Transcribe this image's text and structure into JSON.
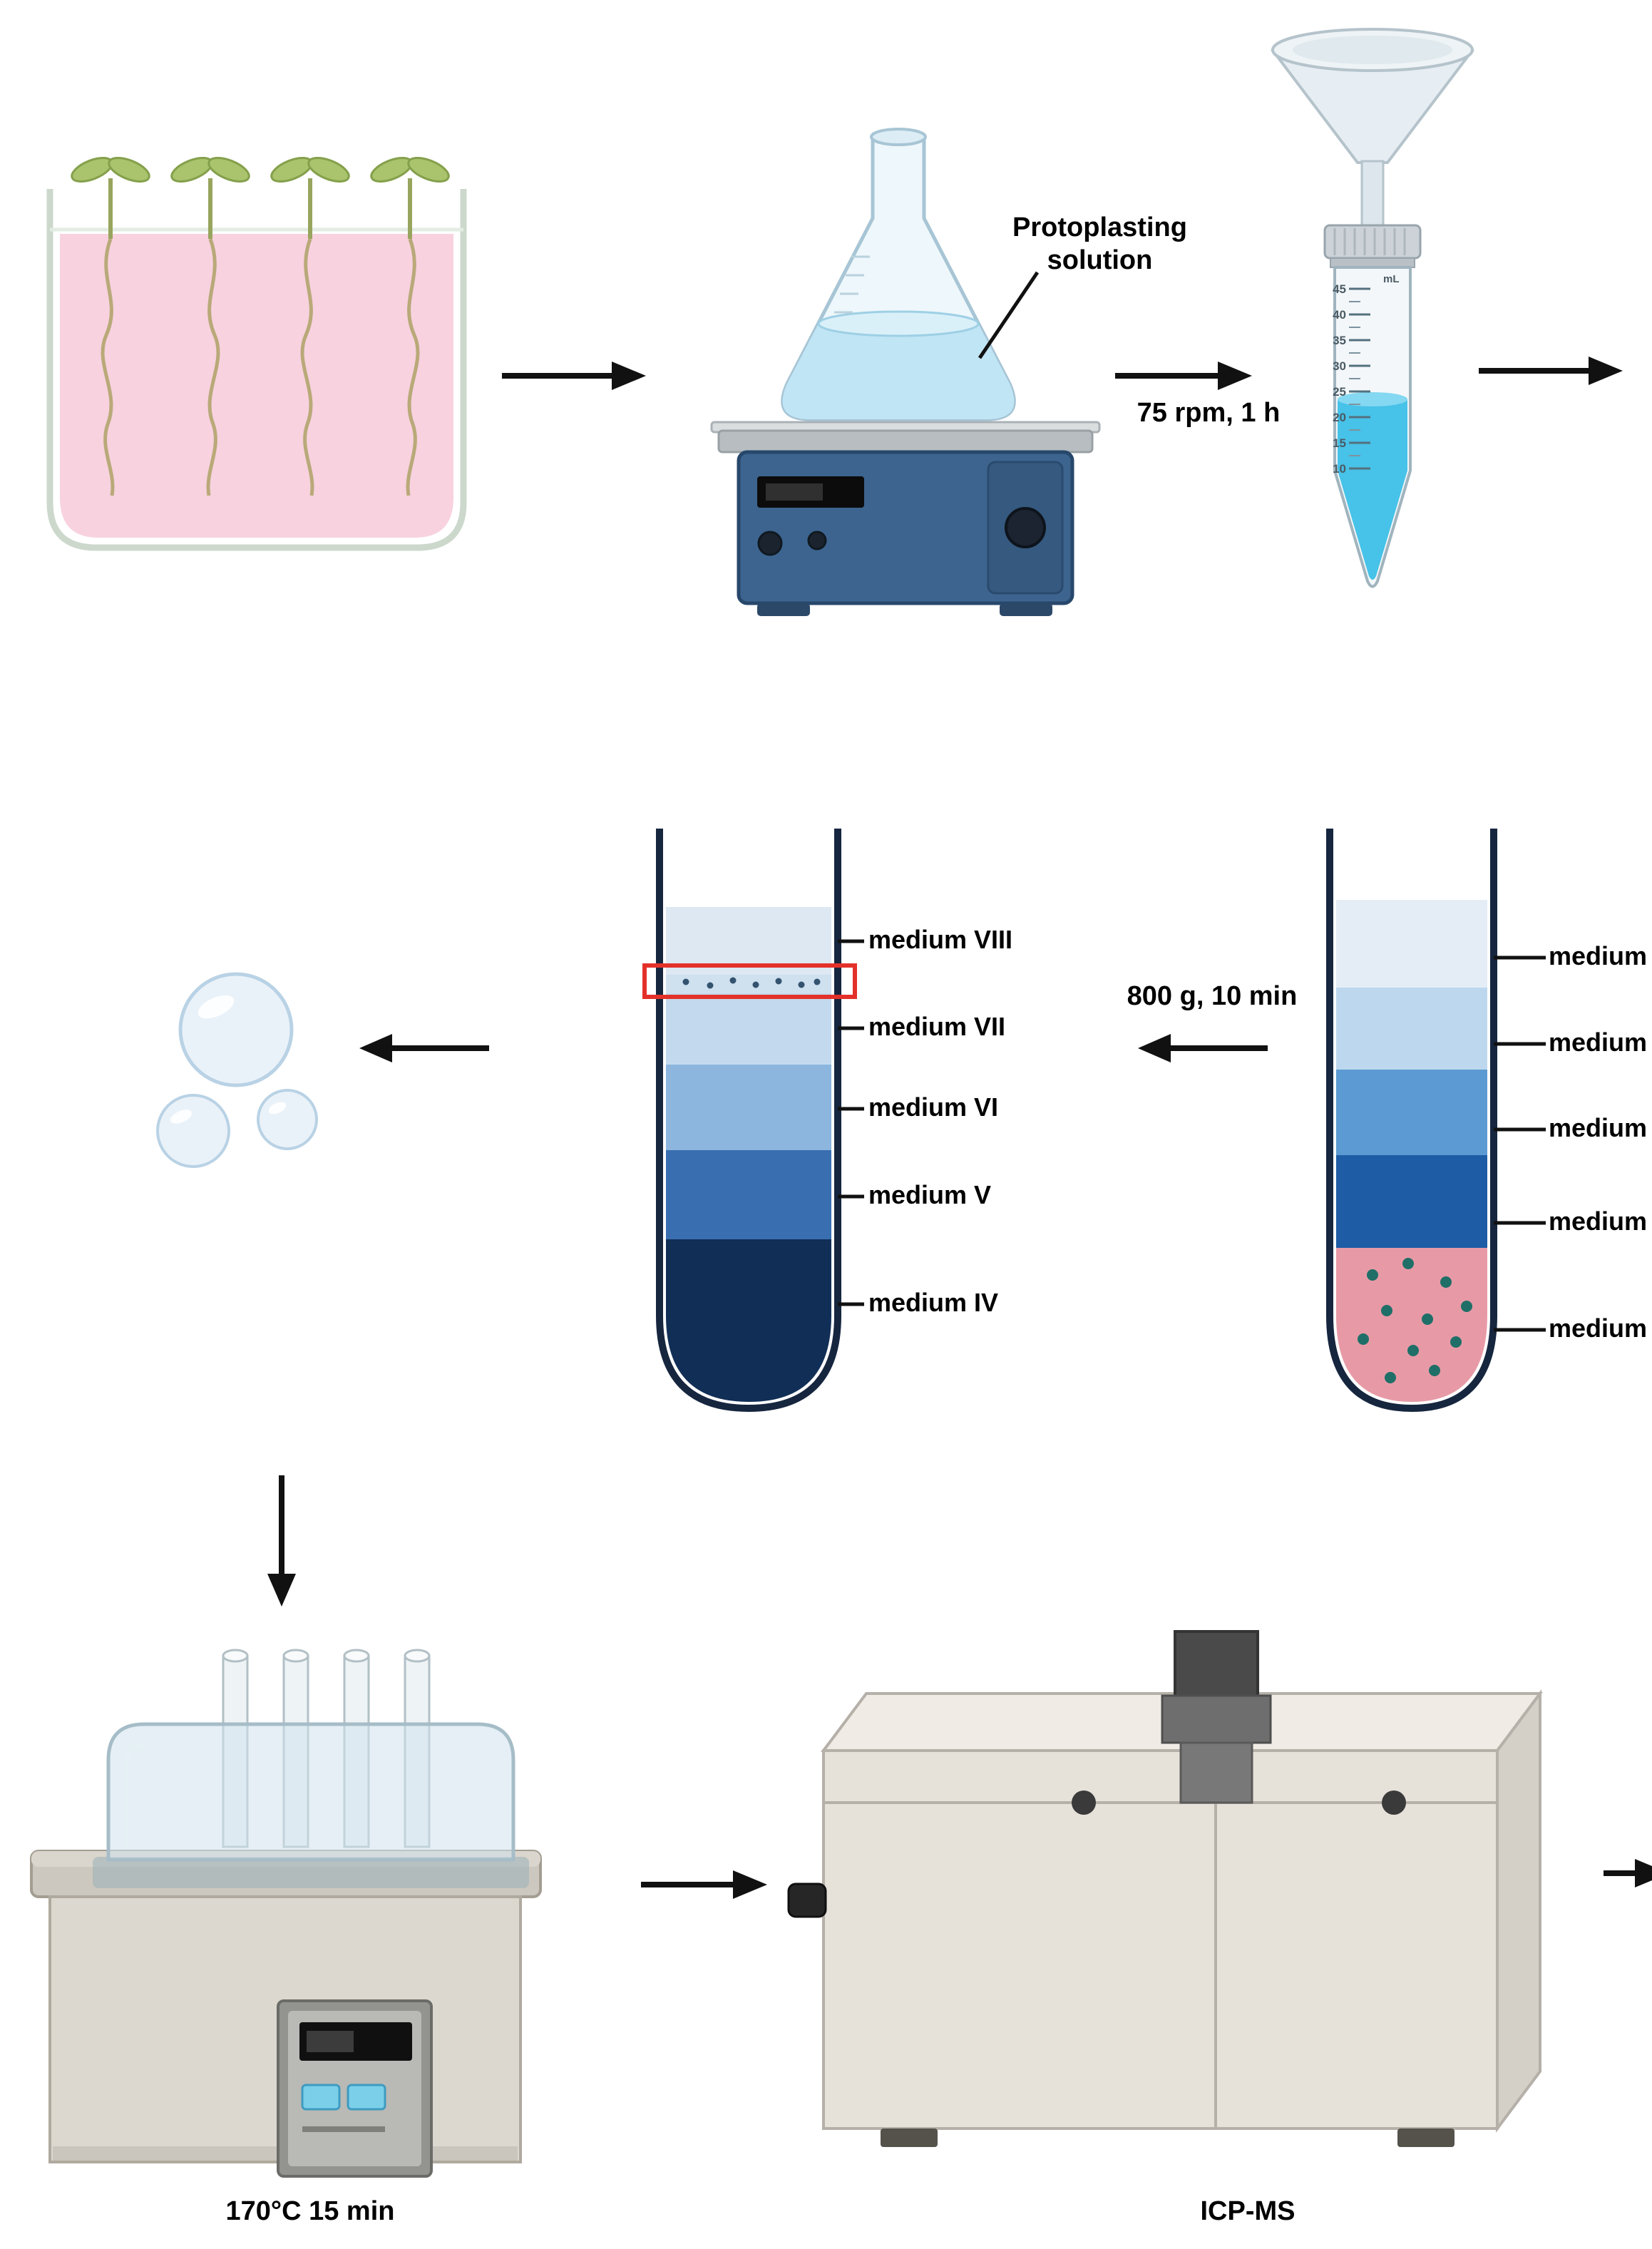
{
  "labels": {
    "protoplasting_line1": "Protoplasting",
    "protoplasting_line2": "solution",
    "shaking": "75 rpm, 1 h",
    "centrifugation": "800 g, 10 min",
    "water_bath": "170°C 15 min",
    "icp_ms": "ICP-MS"
  },
  "gradient_tube": {
    "labels": [
      "medium VIII",
      "medium VII",
      "medium VI",
      "medium V",
      "medium IV"
    ]
  },
  "centrifuged_tube": {
    "labels": [
      "medium",
      "medium",
      "medium",
      "medium",
      "medium"
    ]
  },
  "conical_tube": {
    "unit": "mL",
    "graduations": [
      "45",
      "40",
      "35",
      "30",
      "25",
      "20",
      "15",
      "10"
    ]
  },
  "colors": {
    "highlight_red": "#e3312a",
    "medium_iv": "#112e56",
    "medium_v": "#396fb0",
    "medium_vi": "#8cb6de",
    "medium_vii": "#c3daee",
    "medium_viii": "#dde8f3",
    "pellet_pink": "#e79aa6",
    "pellet_dot_teal": "#1f6f68",
    "liquid_blue": "#47c2e8",
    "shaker_blue": "#3c648f",
    "seedling_medium_pink": "#f8d2df"
  }
}
